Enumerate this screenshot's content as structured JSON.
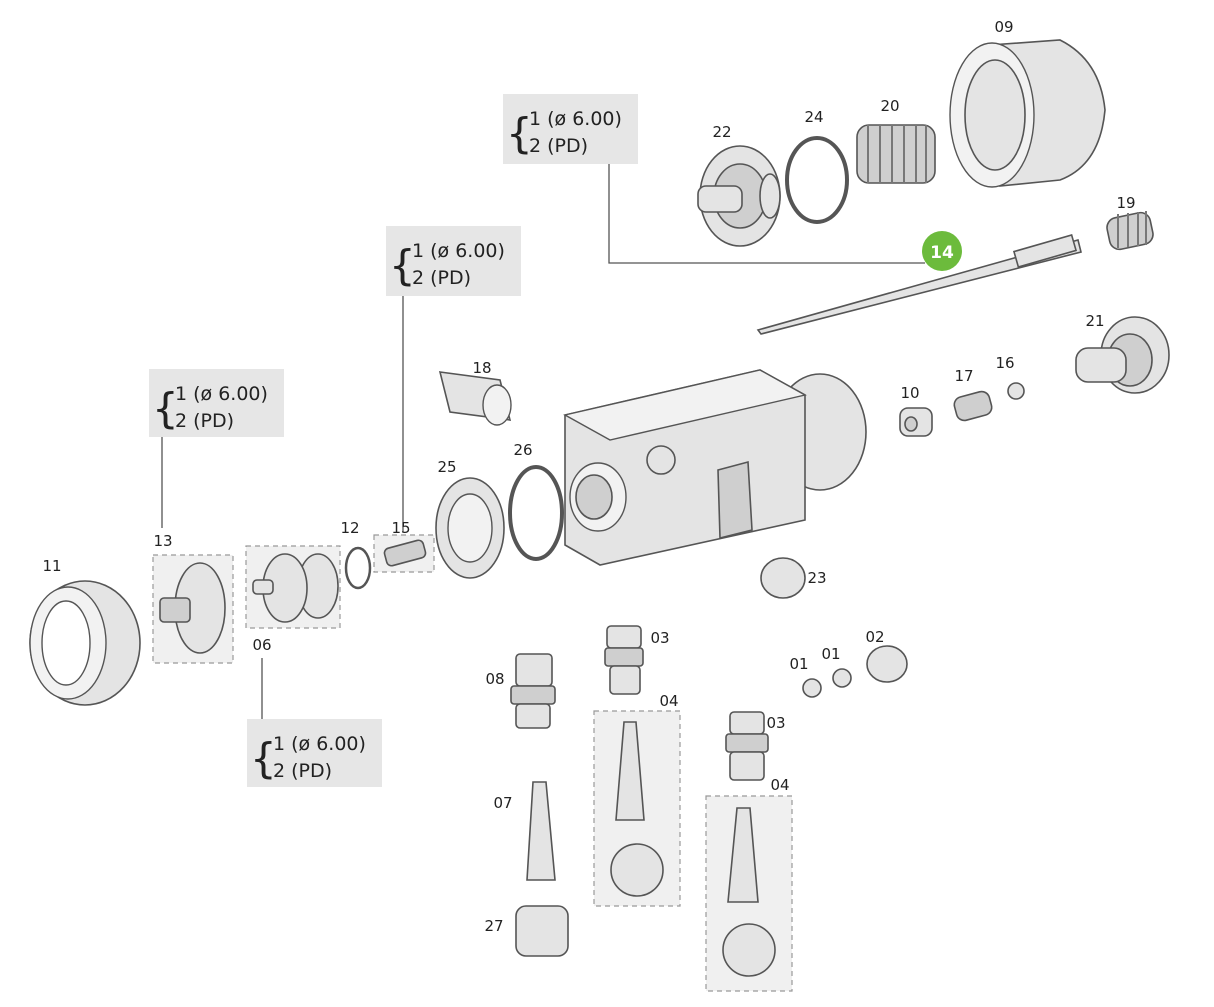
{
  "badge": {
    "number": "14",
    "color": "#6cbb3c"
  },
  "notes": [
    {
      "line1": "1 (ø 6.00)",
      "line2": "2 (PD)"
    },
    {
      "line1": "1 (ø 6.00)",
      "line2": "2 (PD)"
    },
    {
      "line1": "1 (ø 6.00)",
      "line2": "2 (PD)"
    },
    {
      "line1": "1 (ø 6.00)",
      "line2": "2 (PD)"
    }
  ],
  "parts": [
    {
      "label": "09",
      "icon": "spray-cap-icon"
    },
    {
      "label": "22",
      "icon": "valve-body-icon"
    },
    {
      "label": "24",
      "icon": "o-ring-icon"
    },
    {
      "label": "20",
      "icon": "spring-icon"
    },
    {
      "label": "19",
      "icon": "spring-icon"
    },
    {
      "label": "21",
      "icon": "piston-icon"
    },
    {
      "label": "18",
      "icon": "nozzle-icon"
    },
    {
      "label": "10",
      "icon": "bushing-icon"
    },
    {
      "label": "17",
      "icon": "spring-icon"
    },
    {
      "label": "16",
      "icon": "nut-icon"
    },
    {
      "label": "25",
      "icon": "flange-icon"
    },
    {
      "label": "26",
      "icon": "o-ring-icon"
    },
    {
      "label": "23",
      "icon": "plug-icon"
    },
    {
      "label": "13",
      "icon": "cap-icon"
    },
    {
      "label": "12",
      "icon": "o-ring-icon"
    },
    {
      "label": "15",
      "icon": "needle-seal-icon"
    },
    {
      "label": "11",
      "icon": "air-cap-ring-icon"
    },
    {
      "label": "06",
      "icon": "nozzle-body-icon"
    },
    {
      "label": "03",
      "icon": "fitting-icon"
    },
    {
      "label": "08",
      "icon": "fitting-icon"
    },
    {
      "label": "04",
      "icon": "hose-barb-icon"
    },
    {
      "label": "01",
      "icon": "washer-icon"
    },
    {
      "label": "01",
      "icon": "washer-icon"
    },
    {
      "label": "02",
      "icon": "nut-icon"
    },
    {
      "label": "03",
      "icon": "fitting-icon"
    },
    {
      "label": "07",
      "icon": "hose-barb-icon"
    },
    {
      "label": "04",
      "icon": "hose-barb-icon"
    },
    {
      "label": "27",
      "icon": "cap-nut-icon"
    }
  ]
}
